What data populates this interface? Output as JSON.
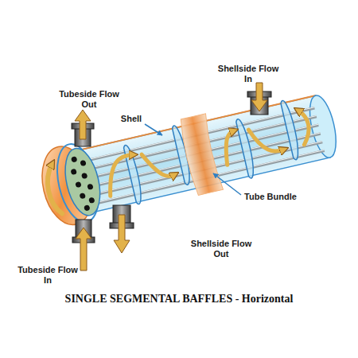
{
  "diagram": {
    "caption": "SINGLE SEGMENTAL BAFFLES - Horizontal",
    "labels": [
      "Shellside Flow In",
      "Tubeside Flow Out",
      "Shell",
      "Tube Bundle",
      "Shellside Flow Out",
      "Tubeside Flow In"
    ]
  }
}
